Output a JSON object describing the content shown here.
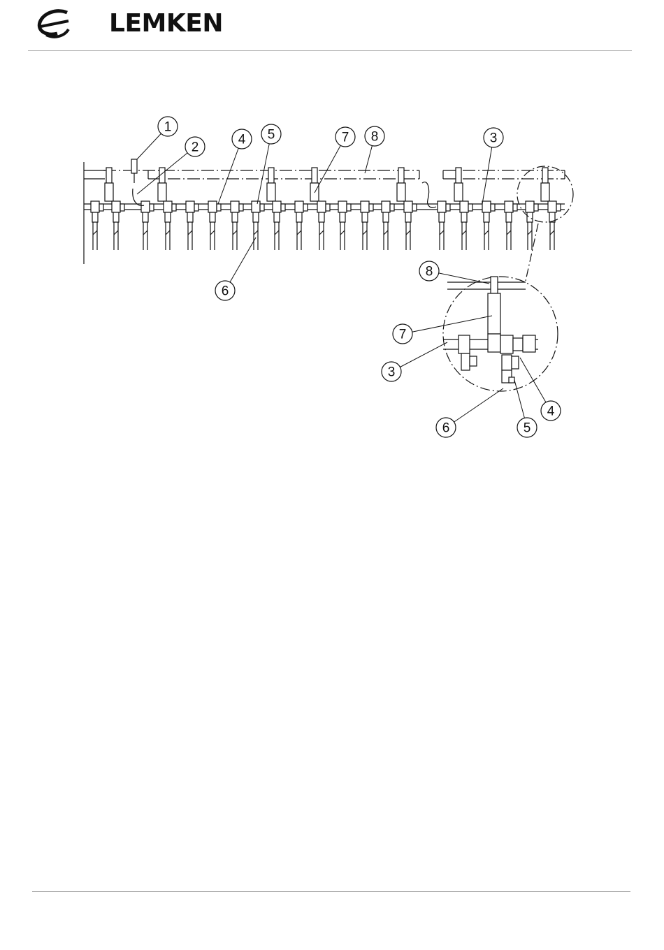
{
  "brand": {
    "name": "LEMKEN",
    "logo_icon": "lemken-swoosh-icon"
  },
  "diagram": {
    "main_callouts": [
      {
        "label": "1",
        "ref": "part-1"
      },
      {
        "label": "2",
        "ref": "part-2"
      },
      {
        "label": "4",
        "ref": "part-4"
      },
      {
        "label": "5",
        "ref": "part-5"
      },
      {
        "label": "7",
        "ref": "part-7"
      },
      {
        "label": "8",
        "ref": "part-8"
      },
      {
        "label": "3",
        "ref": "part-3"
      },
      {
        "label": "6",
        "ref": "part-6"
      }
    ],
    "detail_callouts": [
      {
        "label": "8",
        "ref": "part-8"
      },
      {
        "label": "7",
        "ref": "part-7"
      },
      {
        "label": "3",
        "ref": "part-3"
      },
      {
        "label": "4",
        "ref": "part-4"
      },
      {
        "label": "6",
        "ref": "part-6"
      },
      {
        "label": "5",
        "ref": "part-5"
      }
    ]
  },
  "colors": {
    "ink": "#111111",
    "rule": "#b5b5b5"
  }
}
